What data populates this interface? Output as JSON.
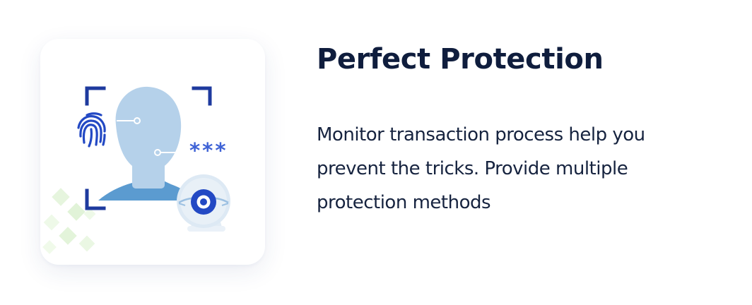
{
  "feature": {
    "title": "Perfect Protection",
    "description_lines": [
      "Monitor transaction process help you",
      "prevent the tricks. Provide multiple",
      "protection methods"
    ],
    "password_mask": "***"
  },
  "icons": {
    "illustration": "face-recognition-illustration",
    "fingerprint": "fingerprint-icon",
    "camera": "webcam-icon",
    "password": "password-mask-icon"
  },
  "colors": {
    "title": "#0f1d3d",
    "text": "#16233f",
    "frame": "#1e3a9e",
    "head": "#b5d1ea",
    "shoulders": "#5b9bd0",
    "accent_blue": "#1e4fc7",
    "camera_body": "#dde9f4",
    "decor_green": "#dff3d6"
  }
}
